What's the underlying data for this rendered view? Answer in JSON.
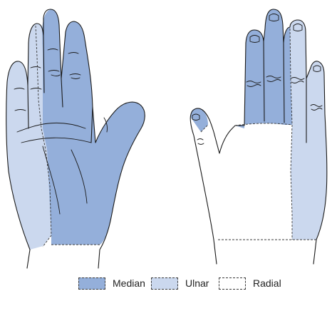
{
  "legend": {
    "items": [
      {
        "label": "Median",
        "color": "#94afda"
      },
      {
        "label": "Ulnar",
        "color": "#cbd8ee"
      },
      {
        "label": "Radial",
        "color": "#ffffff"
      }
    ]
  },
  "colors": {
    "median": "#94afda",
    "ulnar": "#cbd8ee",
    "radial": "#ffffff",
    "outline": "#1a1a1a",
    "zone_border": "#3a3a3a"
  }
}
